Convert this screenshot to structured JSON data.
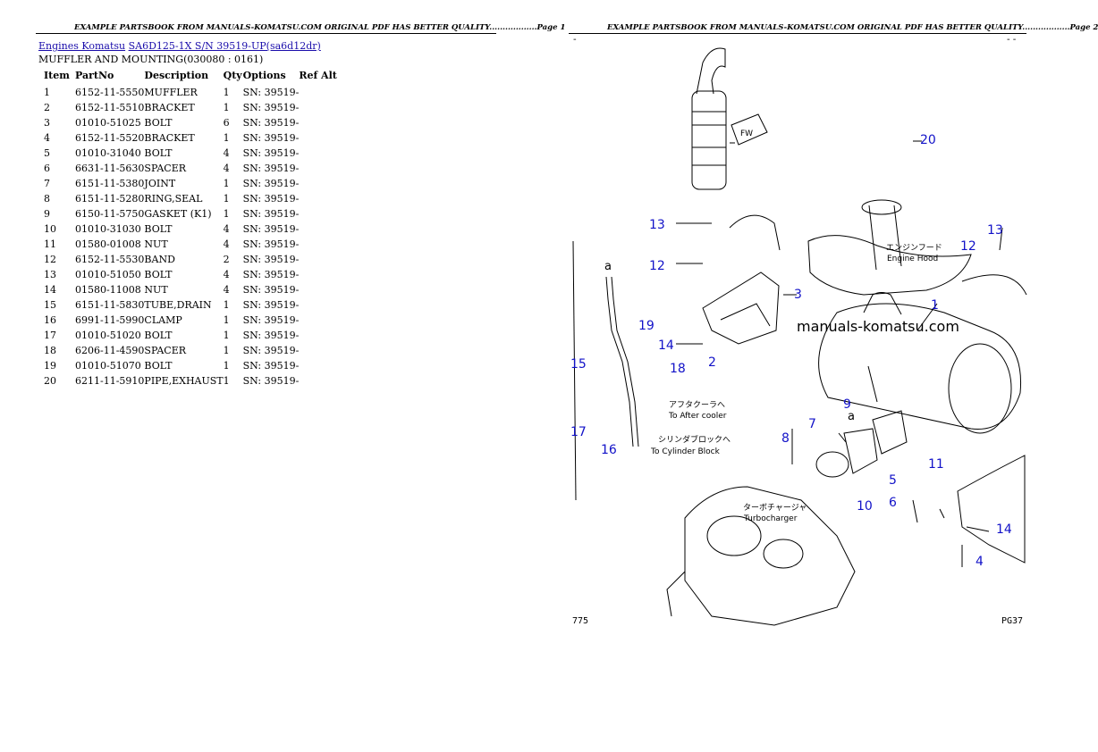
{
  "header_left": "EXAMPLE PARTSBOOK FROM MANUALS-KOMATSU.COM ORIGINAL PDF HAS BETTER QUALITY..................Page 1",
  "header_right": "EXAMPLE PARTSBOOK FROM MANUALS-KOMATSU.COM ORIGINAL PDF HAS BETTER QUALITY..................Page 2",
  "breadcrumb": {
    "engines": "Engines Komatsu",
    "model": "SA6D125-1X S/N 39519-UP(sa6d12dr)"
  },
  "section_title": "MUFFLER AND MOUNTING(030080 : 0161)",
  "table": {
    "headers": [
      "Item",
      "PartNo",
      "Description",
      "Qty",
      "Options",
      "Ref Alt"
    ],
    "rows": [
      [
        "1",
        "6152-11-5550",
        "MUFFLER",
        "1",
        "SN: 39519-",
        ""
      ],
      [
        "2",
        "6152-11-5510",
        "BRACKET",
        "1",
        "SN: 39519-",
        ""
      ],
      [
        "3",
        "01010-51025",
        "BOLT",
        "6",
        "SN: 39519-",
        ""
      ],
      [
        "4",
        "6152-11-5520",
        "BRACKET",
        "1",
        "SN: 39519-",
        ""
      ],
      [
        "5",
        "01010-31040",
        "BOLT",
        "4",
        "SN: 39519-",
        ""
      ],
      [
        "6",
        "6631-11-5630",
        "SPACER",
        "4",
        "SN: 39519-",
        ""
      ],
      [
        "7",
        "6151-11-5380",
        "JOINT",
        "1",
        "SN: 39519-",
        ""
      ],
      [
        "8",
        "6151-11-5280",
        "RING,SEAL",
        "1",
        "SN: 39519-",
        ""
      ],
      [
        "9",
        "6150-11-5750",
        "GASKET (K1)",
        "1",
        "SN: 39519-",
        ""
      ],
      [
        "10",
        "01010-31030",
        "BOLT",
        "4",
        "SN: 39519-",
        ""
      ],
      [
        "11",
        "01580-01008",
        "NUT",
        "4",
        "SN: 39519-",
        ""
      ],
      [
        "12",
        "6152-11-5530",
        "BAND",
        "2",
        "SN: 39519-",
        ""
      ],
      [
        "13",
        "01010-51050",
        "BOLT",
        "4",
        "SN: 39519-",
        ""
      ],
      [
        "14",
        "01580-11008",
        "NUT",
        "4",
        "SN: 39519-",
        ""
      ],
      [
        "15",
        "6151-11-5830",
        "TUBE,DRAIN",
        "1",
        "SN: 39519-",
        ""
      ],
      [
        "16",
        "6991-11-5990",
        "CLAMP",
        "1",
        "SN: 39519-",
        ""
      ],
      [
        "17",
        "01010-51020",
        "BOLT",
        "1",
        "SN: 39519-",
        ""
      ],
      [
        "18",
        "6206-11-4590",
        "SPACER",
        "1",
        "SN: 39519-",
        ""
      ],
      [
        "19",
        "01010-51070",
        "BOLT",
        "1",
        "SN: 39519-",
        ""
      ],
      [
        "20",
        "6211-11-5910",
        "PIPE,EXHAUST",
        "1",
        "SN: 39519-",
        ""
      ]
    ]
  },
  "diagram": {
    "watermark": "manuals-komatsu.com",
    "callouts": [
      "13",
      "12",
      "3",
      "19",
      "14",
      "18",
      "2",
      "15",
      "17",
      "16",
      "8",
      "7",
      "9",
      "1",
      "12",
      "13",
      "11",
      "5",
      "6",
      "10",
      "14",
      "4",
      "20"
    ],
    "arrow_labels": [
      "a",
      "a"
    ],
    "annotations": {
      "engine_hood_jp": "エンジンフード",
      "engine_hood": "Engine Hood",
      "aftercooler_jp": "アフタクーラへ",
      "aftercooler": "To After cooler",
      "cylinder_jp": "シリンダブロックへ",
      "cylinder": "To Cylinder Block",
      "turbo_jp": "ターボチャージャ",
      "turbo": "Turbocharger",
      "fw_mark": "FW"
    },
    "page_left": "775",
    "page_right": "PG37"
  }
}
